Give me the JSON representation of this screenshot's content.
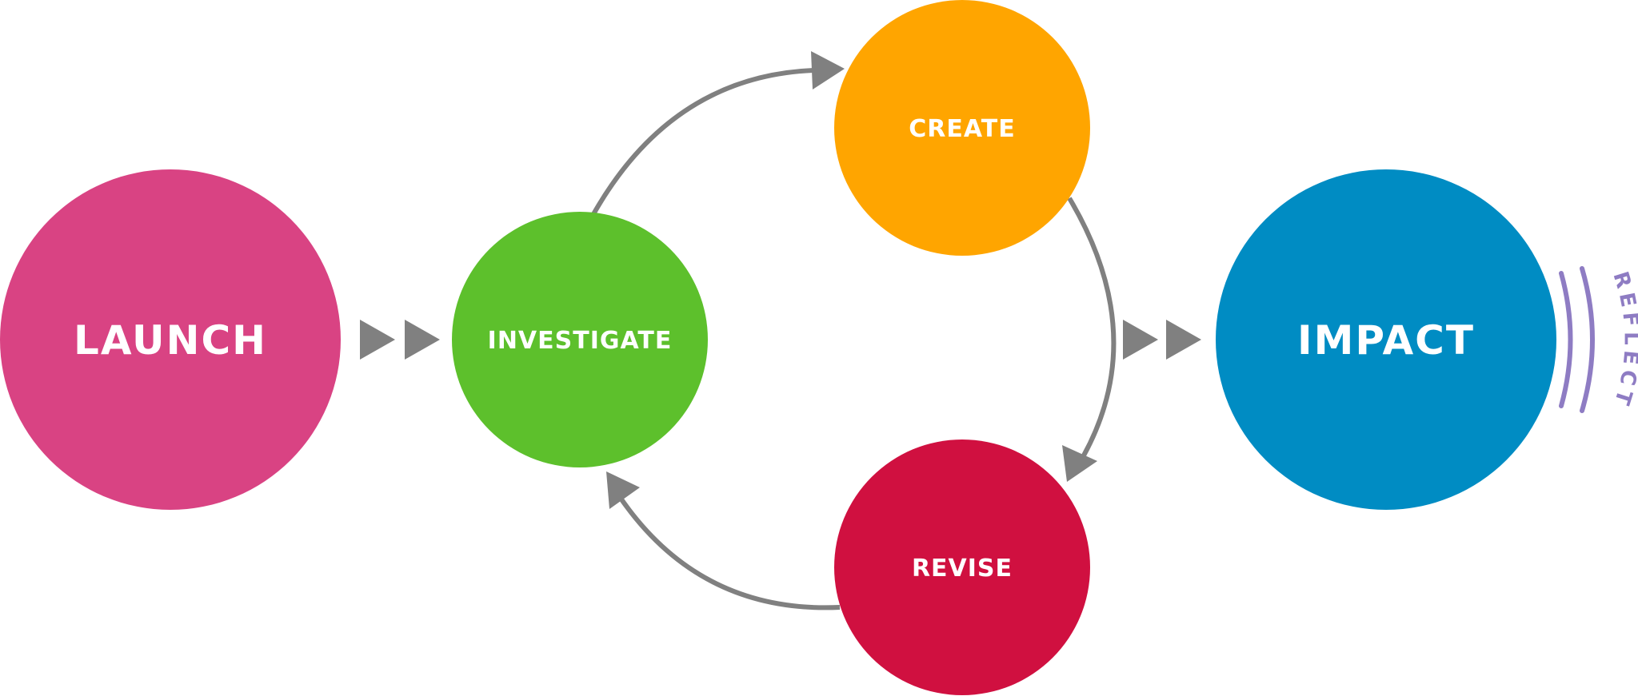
{
  "nodes": {
    "launch": {
      "label": "LAUNCH",
      "color": "#D94383"
    },
    "investigate": {
      "label": "INVESTIGATE",
      "color": "#5DC02C"
    },
    "create": {
      "label": "CREATE",
      "color": "#FFA500"
    },
    "revise": {
      "label": "REVISE",
      "color": "#D01040"
    },
    "impact": {
      "label": "IMPACT",
      "color": "#008CC3"
    }
  },
  "reflect": {
    "label": "REFLECT",
    "color": "#8E7CC3"
  },
  "colors": {
    "arrow": "#808080"
  }
}
